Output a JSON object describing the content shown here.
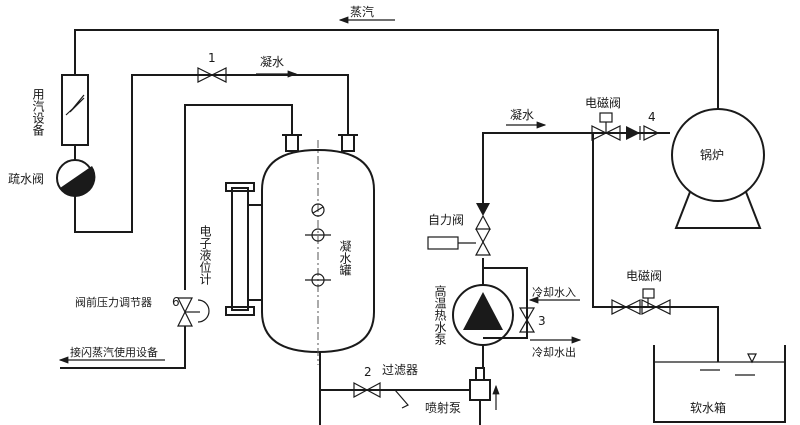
{
  "labels": {
    "steam": "蒸汽",
    "steam_equipment": "用汽设备",
    "drain_valve": "疏水阀",
    "condensate_top": "凝水",
    "condensate_right": "凝水",
    "electronic_level_gauge": "电子液位计",
    "condensate_tank": "凝水罐",
    "solenoid_valve_top": "电磁阀",
    "solenoid_valve_right": "电磁阀",
    "boiler": "锅炉",
    "self_operated_valve": "自力阀",
    "high_temp_pump": "高温热水泵",
    "cooling_water_in": "冷却水入",
    "cooling_water_out": "冷却水出",
    "pressure_regulator": "阀前压力调节器",
    "flash_steam_equipment": "接闪蒸汽使用设备",
    "filter": "过滤器",
    "ejector_pump": "喷射泵",
    "soft_water_tank": "软水箱"
  },
  "numbers": {
    "valve_1": "1",
    "valve_2": "2",
    "valve_3": "3",
    "valve_4": "4",
    "valve_6": "6"
  }
}
